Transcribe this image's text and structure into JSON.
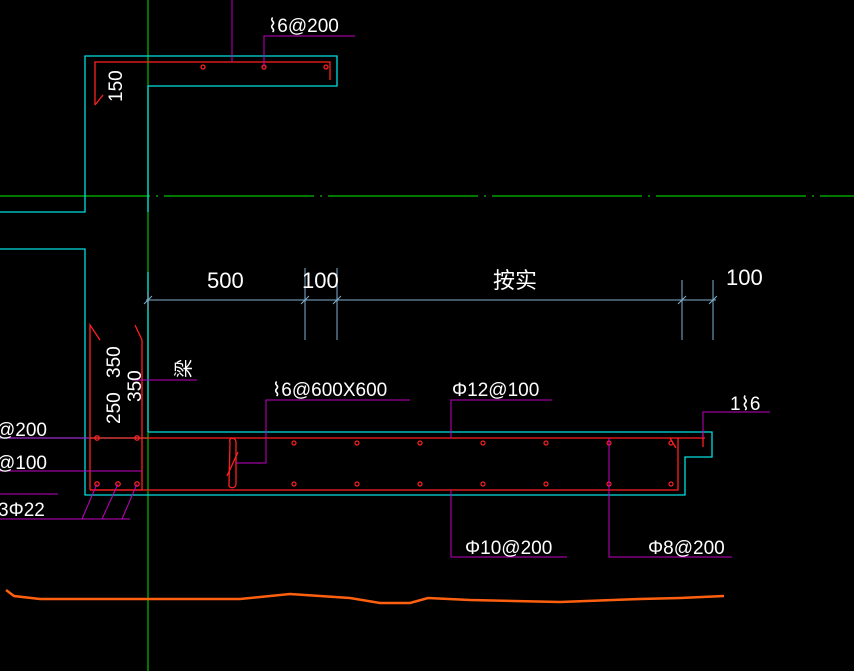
{
  "colors": {
    "background": "#000000",
    "outline": "#00e0e0",
    "rebar": "#ff2020",
    "leader": "#c000c0",
    "axis": "#00c000",
    "dimension": "#7fb0d0",
    "ground": "#ff6010",
    "text": "#ffffff"
  },
  "dimensions": {
    "d1": "500",
    "d2": "100",
    "d3": "按实",
    "d4": "100"
  },
  "labels": {
    "top_stirrup": "⌇6@200",
    "wall_thickness": "150",
    "beam": "梁",
    "dim_350_a": "350",
    "dim_350_b": "350",
    "dim_250": "250",
    "stirrup_600": "⌇6@600X600",
    "top_bar": "Φ12@100",
    "end_tie": "1⌇6",
    "left_200": "@200",
    "left_100": "@100",
    "left_3phi22": "3Φ22",
    "bottom_bar": "Φ10@200",
    "dist_bar": "Φ8@200"
  }
}
